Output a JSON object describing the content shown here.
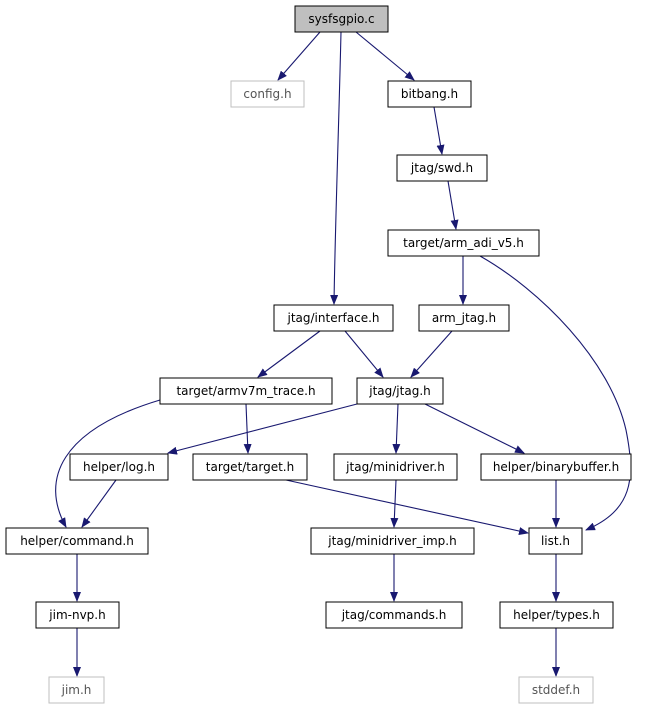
{
  "colors": {
    "edge": "#191970",
    "node_border": "#000000",
    "root_fill": "#bfbfbf",
    "external_border": "#bfbfbf",
    "external_text": "#555555",
    "text": "#000000"
  },
  "nodes": {
    "sysfsgpio_c": "sysfsgpio.c",
    "config_h": "config.h",
    "bitbang_h": "bitbang.h",
    "swd_h": "jtag/swd.h",
    "arm_adi_v5_h": "target/arm_adi_v5.h",
    "interface_h": "jtag/interface.h",
    "arm_jtag_h": "arm_jtag.h",
    "armv7m_trace_h": "target/armv7m_trace.h",
    "jtag_h": "jtag/jtag.h",
    "log_h": "helper/log.h",
    "target_h": "target/target.h",
    "minidriver_h": "jtag/minidriver.h",
    "binarybuffer_h": "helper/binarybuffer.h",
    "command_h": "helper/command.h",
    "minidriver_imp_h": "jtag/minidriver_imp.h",
    "list_h": "list.h",
    "jim_nvp_h": "jim-nvp.h",
    "commands_h": "jtag/commands.h",
    "types_h": "helper/types.h",
    "jim_h": "jim.h",
    "stddef_h": "stddef.h"
  }
}
